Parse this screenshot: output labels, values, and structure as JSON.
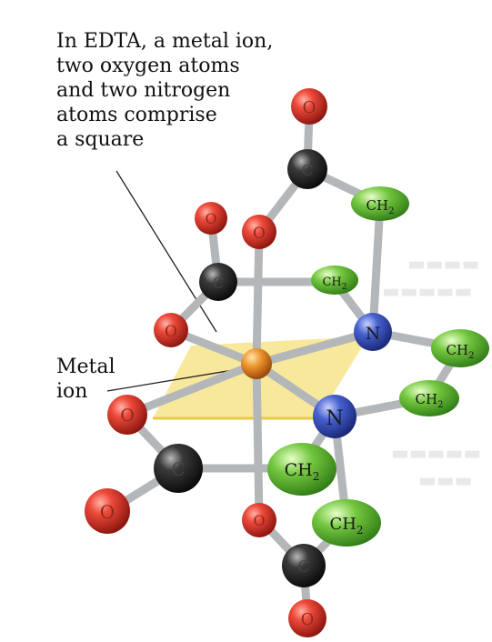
{
  "caption": {
    "line1": "In EDTA, a metal ion,",
    "line2": "two oxygen atoms",
    "line3": "and two nitrogen",
    "line4": "atoms comprise",
    "line5": "a square"
  },
  "metal_label": {
    "line1": "Metal",
    "line2": "ion"
  },
  "atoms": {
    "oxygen": "O",
    "carbon": "C",
    "nitrogen": "N",
    "ch2": "CH",
    "ch2_sub": "2"
  },
  "colors": {
    "oxygen": "#e03a2e",
    "carbon": "#2b2b2b",
    "nitrogen": "#3f59c8",
    "ch2": "#6fc23a",
    "metal": "#e8902a",
    "square": "#f7e48a",
    "bond": "#bfc2c4"
  }
}
